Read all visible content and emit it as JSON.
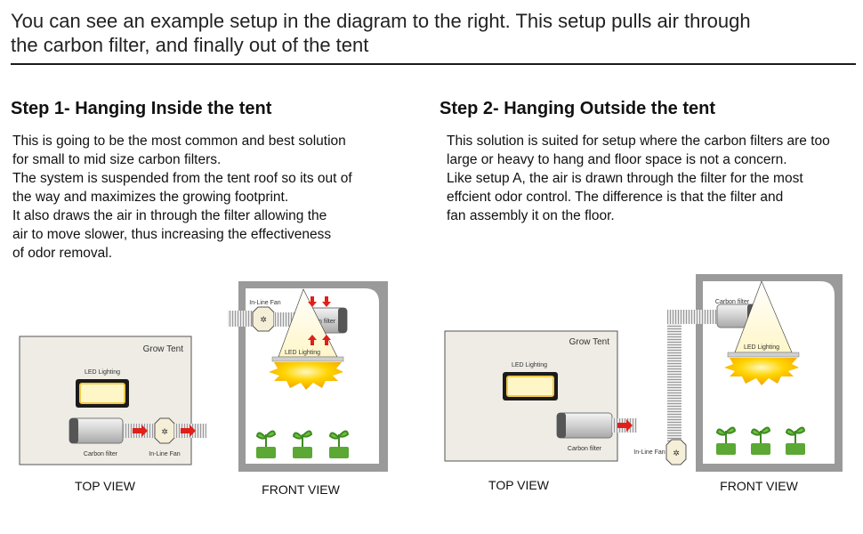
{
  "intro": {
    "line1": "You can see an example setup in the diagram to the right. This setup pulls air through",
    "line2": "the carbon filter, and finally out of the tent"
  },
  "step1": {
    "title": "Step 1- Hanging Inside the tent",
    "lines": [
      "This is going to be the most common and best solution",
      "for small to mid size carbon filters.",
      "The system is suspended from the tent roof so its out of",
      "the way and maximizes the growing footprint.",
      "It also draws the air in through the filter allowing the",
      "air to move slower, thus increasing the effectiveness",
      "of odor removal."
    ]
  },
  "step2": {
    "title": "Step 2- Hanging Outside the tent",
    "lines": [
      "This solution is suited for setup where the carbon filters are too",
      "large or heavy to hang and floor space is not a concern.",
      "Like setup A, the air is drawn through the filter for the most",
      "effcient odor control. The difference is that the filter and",
      "fan assembly it on the floor."
    ]
  },
  "labels": {
    "grow_tent": "Grow Tent",
    "led_lighting": "LED Lighting",
    "carbon_filter_lower": "Carbon filter",
    "carbon_filter_lower2": "Carbon filter",
    "inline_fan": "In-Line Fan",
    "top_view": "TOP VIEW",
    "front_view": "FRONT VIEW"
  },
  "colors": {
    "tent_fill": "#eeece4",
    "tent_frame": "#9a9a9a",
    "arrow_red": "#e0201a",
    "plant_green": "#5ba834",
    "light_yellow": "#f7c600"
  }
}
